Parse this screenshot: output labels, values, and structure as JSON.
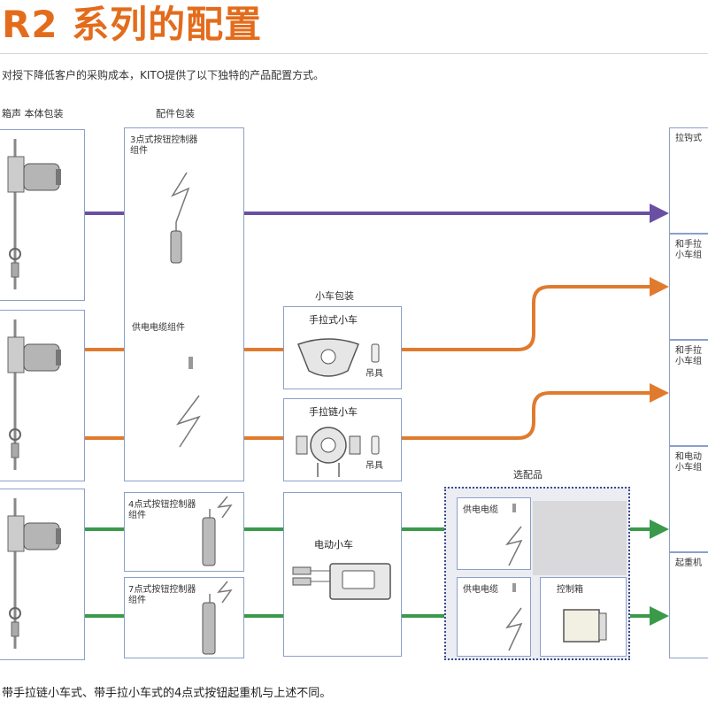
{
  "title": "R2 系列的配置",
  "intro": "对授下降低客户的采购成本，KITO提供了以下独特的产品配置方式。",
  "headers": {
    "body_pack": "箱声 本体包装",
    "accessory_pack": "配件包装",
    "trolley_pack": "小车包装",
    "options": "选配品"
  },
  "accessories": {
    "pendant3": "3点式按钮控制器\n组件",
    "power_cable_set": "供电电缆组件",
    "pendant4": "4点式按钮控制器\n组件",
    "pendant7": "7点式按钮控制器\n组件"
  },
  "trolleys": {
    "manual": "手拉式小车",
    "chain": "手拉链小车",
    "electric": "电动小车",
    "hook": "吊具"
  },
  "options": {
    "cable1": "供电电缆",
    "cable2": "供电电缆",
    "control_box": "控制箱"
  },
  "right_panels": [
    "拉钩式",
    "和手拉\n小车组",
    "和手拉\n小车组",
    "和电动\n小车组",
    "起重机"
  ],
  "footer": "带手拉链小车式、带手拉小车式的4点式按钮起重机与上述不同。",
  "colors": {
    "purple": "#6a4fa3",
    "orange": "#e07b2e",
    "green": "#3a9a4a",
    "title": "#e36c1c"
  }
}
